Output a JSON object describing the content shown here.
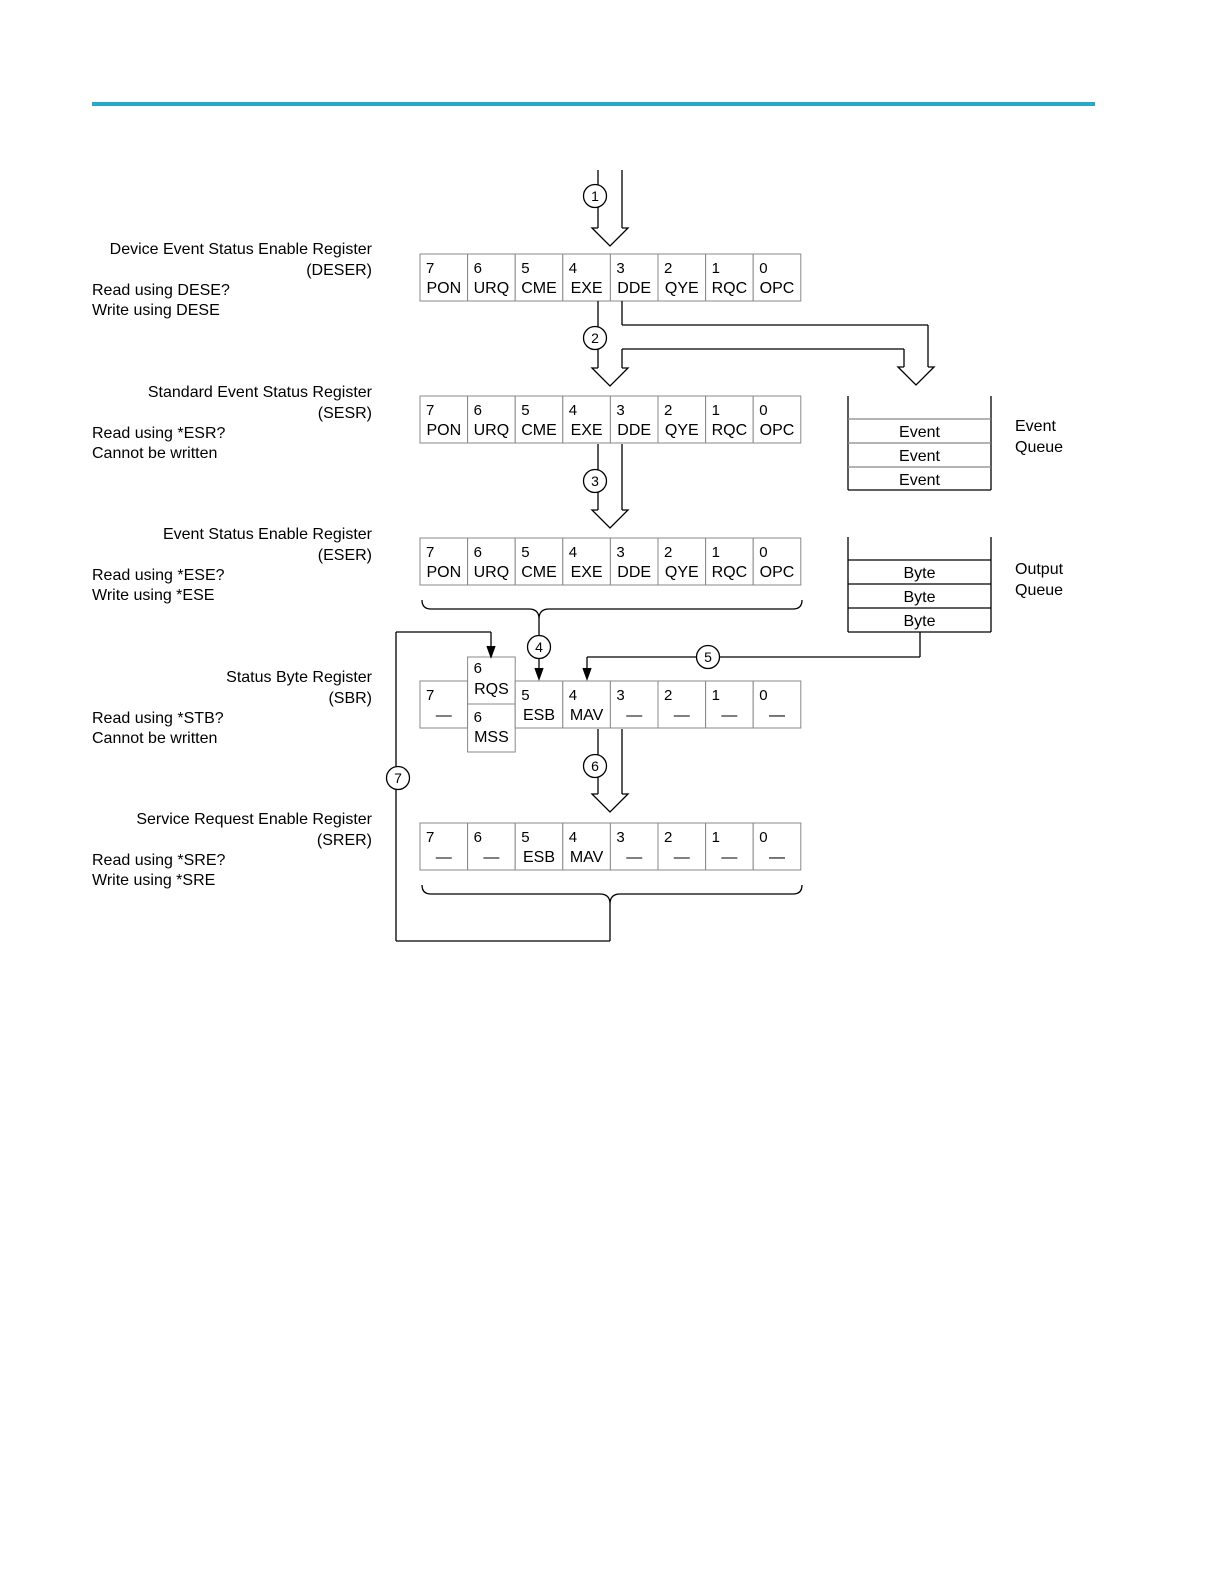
{
  "header": {
    "rule_color": "#2aa8c9"
  },
  "registers": {
    "deser": {
      "name": "Device Event Status Enable Register",
      "abbr": "(DESER)",
      "read": "Read using DESE?",
      "write": "Write using DESE",
      "bits": [
        {
          "num": "7",
          "name": "PON"
        },
        {
          "num": "6",
          "name": "URQ"
        },
        {
          "num": "5",
          "name": "CME"
        },
        {
          "num": "4",
          "name": "EXE"
        },
        {
          "num": "3",
          "name": "DDE"
        },
        {
          "num": "2",
          "name": "QYE"
        },
        {
          "num": "1",
          "name": "RQC"
        },
        {
          "num": "0",
          "name": "OPC"
        }
      ]
    },
    "sesr": {
      "name": "Standard Event Status Register",
      "abbr": "(SESR)",
      "read": "Read using *ESR?",
      "write": "Cannot be written",
      "bits": [
        {
          "num": "7",
          "name": "PON"
        },
        {
          "num": "6",
          "name": "URQ"
        },
        {
          "num": "5",
          "name": "CME"
        },
        {
          "num": "4",
          "name": "EXE"
        },
        {
          "num": "3",
          "name": "DDE"
        },
        {
          "num": "2",
          "name": "QYE"
        },
        {
          "num": "1",
          "name": "RQC"
        },
        {
          "num": "0",
          "name": "OPC"
        }
      ]
    },
    "eser": {
      "name": "Event Status Enable Register",
      "abbr": "(ESER)",
      "read": "Read using *ESE?",
      "write": "Write using *ESE",
      "bits": [
        {
          "num": "7",
          "name": "PON"
        },
        {
          "num": "6",
          "name": "URQ"
        },
        {
          "num": "5",
          "name": "CME"
        },
        {
          "num": "4",
          "name": "EXE"
        },
        {
          "num": "3",
          "name": "DDE"
        },
        {
          "num": "2",
          "name": "QYE"
        },
        {
          "num": "1",
          "name": "RQC"
        },
        {
          "num": "0",
          "name": "OPC"
        }
      ]
    },
    "sbr": {
      "name": "Status Byte Register",
      "abbr": "(SBR)",
      "read": "Read using *STB?",
      "write": "Cannot be written",
      "bits": [
        {
          "num": "7",
          "name": "—"
        },
        {
          "num": "6",
          "name": "RQS",
          "alt_num": "6",
          "alt_name": "MSS"
        },
        {
          "num": "5",
          "name": "ESB"
        },
        {
          "num": "4",
          "name": "MAV"
        },
        {
          "num": "3",
          "name": "—"
        },
        {
          "num": "2",
          "name": "—"
        },
        {
          "num": "1",
          "name": "—"
        },
        {
          "num": "0",
          "name": "—"
        }
      ]
    },
    "srer": {
      "name": "Service Request Enable Register",
      "abbr": "(SRER)",
      "read": "Read using *SRE?",
      "write": "Write using *SRE",
      "bits": [
        {
          "num": "7",
          "name": "—"
        },
        {
          "num": "6",
          "name": "—"
        },
        {
          "num": "5",
          "name": "ESB"
        },
        {
          "num": "4",
          "name": "MAV"
        },
        {
          "num": "3",
          "name": "—"
        },
        {
          "num": "2",
          "name": "—"
        },
        {
          "num": "1",
          "name": "—"
        },
        {
          "num": "0",
          "name": "—"
        }
      ]
    }
  },
  "event_queue": {
    "label1": "Event",
    "label2": "Queue",
    "entries": [
      "Event",
      "Event",
      "Event"
    ]
  },
  "output_queue": {
    "label1": "Output",
    "label2": "Queue",
    "entries": [
      "Byte",
      "Byte",
      "Byte"
    ]
  },
  "markers": [
    "1",
    "2",
    "3",
    "4",
    "5",
    "6",
    "7"
  ]
}
